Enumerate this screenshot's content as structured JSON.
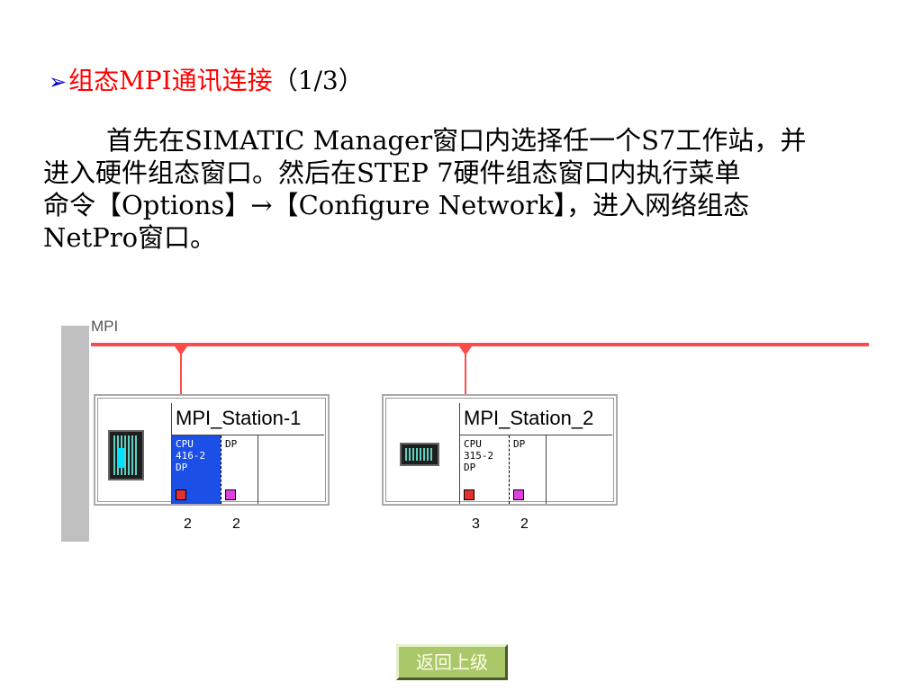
{
  "title": {
    "bullet_icon": "arrow-bullet-icon",
    "main": "组态MPI通讯连接",
    "part": "（1/3）"
  },
  "paragraph": {
    "lines": [
      "首先在SIMATIC Manager窗口内选择任一个S7工作站，并",
      "进入硬件组态窗口。然后在STEP 7硬件组态窗口内执行菜单",
      "命令【Options】→【Configure Network】，进入网络组态",
      "NetPro窗口。"
    ]
  },
  "netpro": {
    "bus_label": "MPI",
    "colors": {
      "bus": "#ff4a4a",
      "cpu_selected": "#1c4fe6",
      "rail": "#c0c0c0"
    },
    "stations": [
      {
        "name": "MPI_Station-1",
        "cpu_label": "CPU\n416-2\nDP",
        "dp_label": "DP",
        "cpu_address": "2",
        "dp_address": "2",
        "selected": true
      },
      {
        "name": "MPI_Station_2",
        "cpu_label": "CPU\n315-2\nDP",
        "dp_label": "DP",
        "cpu_address": "3",
        "dp_address": "2",
        "selected": false
      }
    ]
  },
  "footer": {
    "back_button": "返回上级",
    "button_color": "#aac86a"
  }
}
